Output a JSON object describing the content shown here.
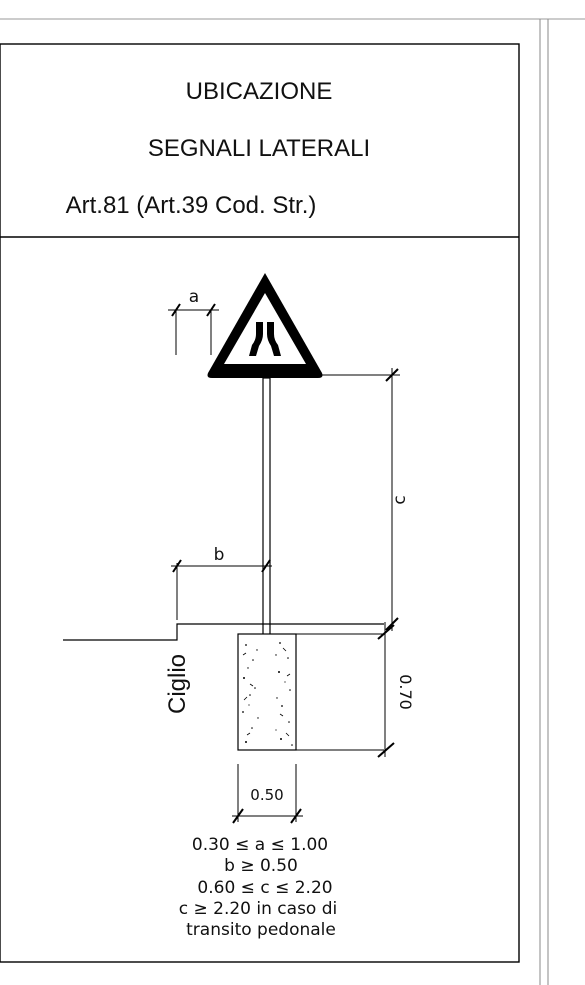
{
  "header": {
    "line1": "UBICAZIONE",
    "line2": "SEGNALI LATERALI",
    "line3": "Art.81 (Art.39 Cod. Str.)"
  },
  "drawing": {
    "dim_a": "a",
    "dim_b": "b",
    "dim_c": "c",
    "dim_depth": "0.70",
    "dim_width": "0.50",
    "edge_label": "Ciglio",
    "sign_icon": "road-narrows-both-sides-warning-sign"
  },
  "notes": [
    "0.30 ≤  a  ≤ 1.00",
    "b  ≥  0.50",
    "0.60  ≤  c  ≤ 2.20",
    "c  ≥   2.20  in  caso  di",
    "transito  pedonale"
  ]
}
